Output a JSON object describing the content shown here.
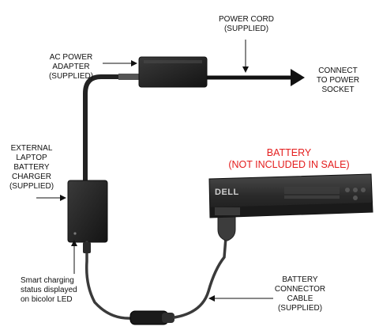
{
  "labels": {
    "power_cord": [
      "POWER CORD",
      "(SUPPLIED)"
    ],
    "ac_adapter": [
      "AC POWER",
      "ADAPTER",
      "(SUPPLIED)"
    ],
    "connect": [
      "CONNECT",
      "TO POWER",
      "SOCKET"
    ],
    "external_charger": [
      "EXTERNAL",
      "LAPTOP",
      "BATTERY",
      "CHARGER",
      "(SUPPLIED)"
    ],
    "battery_title": [
      "BATTERY",
      "(NOT INCLUDED IN SALE)"
    ],
    "smart_charging": [
      "Smart charging",
      "status displayed",
      "on bicolor LED"
    ],
    "connector_cable": [
      "BATTERY",
      "CONNECTOR",
      "CABLE",
      "(SUPPLIED)"
    ]
  },
  "battery_brand": "DELL",
  "colors": {
    "label_red": "#e41d1d",
    "device_black": "#1e1e1e",
    "cable_gray": "#3a3a3a",
    "battery_body": "#2b2b2b"
  }
}
